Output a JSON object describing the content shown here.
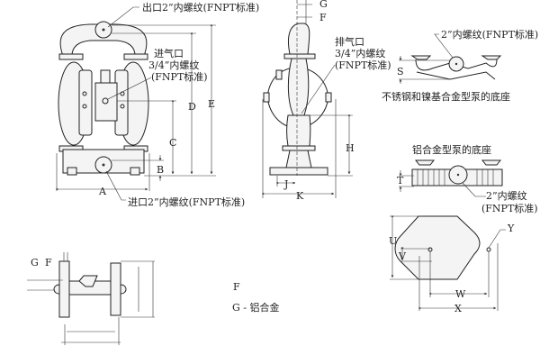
{
  "front_view": {
    "outlet_label": "出口2”内螺纹(FNPT标准)",
    "air_inlet_label": "进气口",
    "air_inlet_size": "3/4”内螺纹",
    "air_inlet_std": "(FNPT标准)",
    "inlet_label": "进口2”内螺纹(FNPT标准)",
    "dims": {
      "a": "A",
      "b": "B",
      "c": "C",
      "d": "D",
      "e": "E"
    }
  },
  "side_view": {
    "exhaust_label": "排气口",
    "exhaust_size": "3/4”内螺纹",
    "exhaust_std": "(FNPT标准)",
    "dims": {
      "g": "G",
      "f": "F",
      "h": "H",
      "j": "J",
      "k": "K"
    }
  },
  "ss_base": {
    "port_label": "2”内螺纹(FNPT标准)",
    "dim_s": "S",
    "caption": "不锈钢和镍基合金型泵的底座"
  },
  "al_base": {
    "caption": "铝合金型泵的底座",
    "dim_t": "T",
    "port_size": "2”内螺纹",
    "port_std": "(FNPT标准)"
  },
  "top_view": {
    "dim_g": "G",
    "dim_f": "F"
  },
  "legend": {
    "f": "F",
    "g": "G - 铝合金"
  },
  "footprint": {
    "u": "U",
    "v": "V",
    "w": "W",
    "x": "X",
    "y": "Y"
  }
}
